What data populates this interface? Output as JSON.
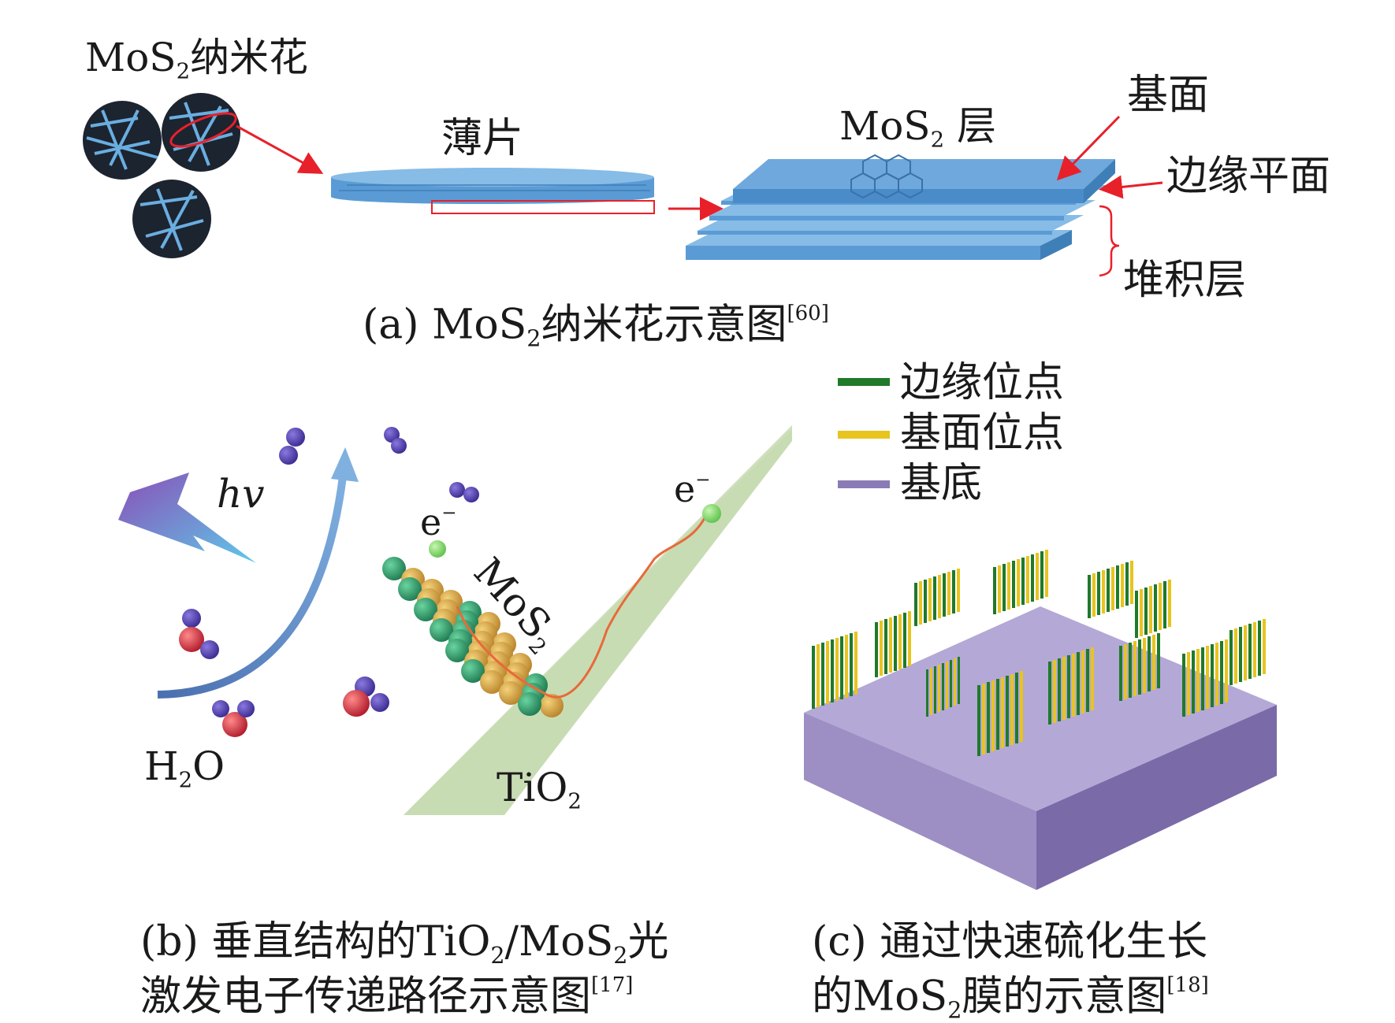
{
  "colors": {
    "flake_blue": "#5b9bd5",
    "arrow_red": "#e8202a",
    "edge_green": "#1f7a2a",
    "basal_yellow": "#e8c41e",
    "substrate_purple": "#8a7bb5",
    "tio2_green": "#c8dcb4",
    "mo_green": "#2a9d6a",
    "s_gold": "#d9a53a"
  },
  "panel_a": {
    "flower_label": "MoS",
    "flower_sub": "2",
    "flower_suffix": "纳米花",
    "flake_label": "薄片",
    "layer_label": "MoS",
    "layer_sub": "2",
    "layer_suffix": " 层",
    "basal_plane": "基面",
    "edge_plane": "边缘平面",
    "stacked_layers": "堆积层",
    "caption_prefix": "(a) MoS",
    "caption_sub": "2",
    "caption_suffix": "纳米花示意图",
    "caption_ref": "[60]"
  },
  "panel_b": {
    "hv": "hv",
    "electron": "e",
    "electron_charge": "−",
    "mos2": "MoS",
    "mos2_sub": "2",
    "h2o_h": "H",
    "h2o_sub": "2",
    "h2o_o": "O",
    "tio2": "TiO",
    "tio2_sub": "2",
    "caption_line1_prefix": "(b) 垂直结构的TiO",
    "caption_line1_sub1": "2",
    "caption_line1_mid": "/MoS",
    "caption_line1_sub2": "2",
    "caption_line1_suffix": "光",
    "caption_line2": "激发电子传递路径示意图",
    "caption_ref": "[17]"
  },
  "panel_c": {
    "legend": [
      {
        "label": "边缘位点",
        "color": "#1f7a2a"
      },
      {
        "label": "基面位点",
        "color": "#e8c41e"
      },
      {
        "label": "基底",
        "color": "#8a7bb5"
      }
    ],
    "caption_line1": "(c) 通过快速硫化生长",
    "caption_line2_prefix": "的MoS",
    "caption_line2_sub": "2",
    "caption_line2_suffix": "膜的示意图",
    "caption_ref": "[18]"
  }
}
